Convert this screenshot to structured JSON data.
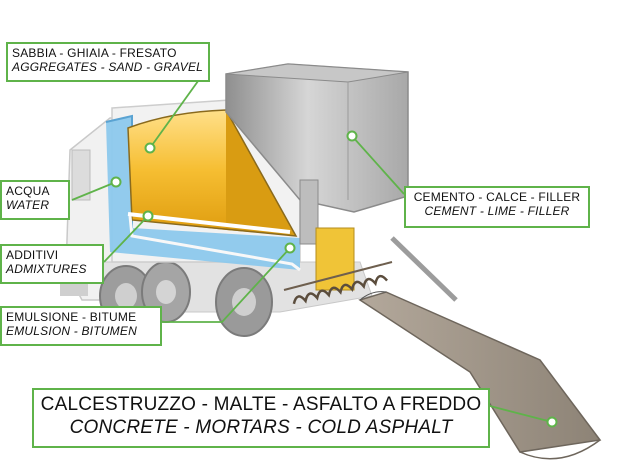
{
  "colors": {
    "accent": "#5fb34a",
    "aggregates": "#f2b21f",
    "water": "#8cc8ec",
    "cement_silo": "#b9b9b9",
    "truck_body": "#eeeeee"
  },
  "labels": {
    "aggregates": {
      "it": "SABBIA - GHIAIA - FRESATO",
      "en": "AGGREGATES - SAND - GRAVEL"
    },
    "water": {
      "it": "ACQUA",
      "en": "WATER"
    },
    "admixtures": {
      "it": "ADDITIVI",
      "en": "ADMIXTURES"
    },
    "emulsion": {
      "it": "EMULSIONE - BITUME",
      "en": "EMULSION - BITUMEN"
    },
    "cement": {
      "it": "CEMENTO - CALCE - FILLER",
      "en": "CEMENT - LIME - FILLER"
    },
    "product": {
      "it": "CALCESTRUZZO - MALTE - ASFALTO A FREDDO",
      "en": "CONCRETE - MORTARS - COLD ASPHALT"
    }
  }
}
